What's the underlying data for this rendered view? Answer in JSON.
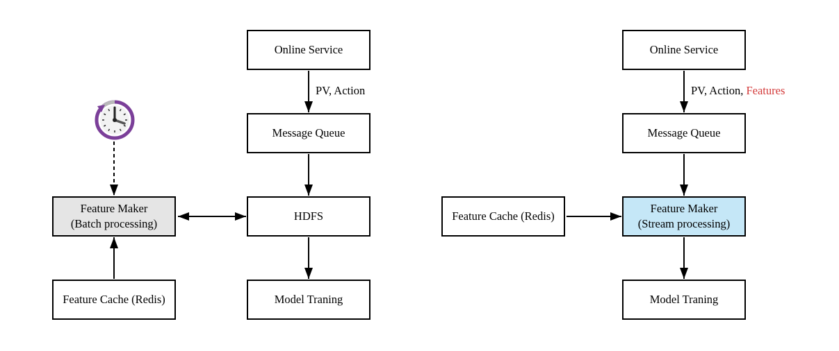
{
  "left_diagram": {
    "online_service": "Online Service",
    "edge_label": "PV, Action",
    "message_queue": "Message Queue",
    "hdfs": "HDFS",
    "model_training": "Model Traning",
    "feature_maker": {
      "line1": "Feature Maker",
      "line2": "(Batch processing)"
    },
    "feature_cache": "Feature Cache (Redis)",
    "clock_icon": "clock-refresh-icon"
  },
  "right_diagram": {
    "online_service": "Online Service",
    "edge_label_prefix": "PV, Action, ",
    "edge_label_highlight": "Features",
    "message_queue": "Message Queue",
    "feature_maker": {
      "line1": "Feature Maker",
      "line2": "(Stream processing)"
    },
    "feature_cache": "Feature Cache (Redis)",
    "model_training": "Model Traning"
  },
  "colors": {
    "batch_fill": "#e5e5e5",
    "stream_fill": "#c5e7f7",
    "highlight_text": "#d33a3a",
    "clock_ring": "#7b3f99"
  }
}
